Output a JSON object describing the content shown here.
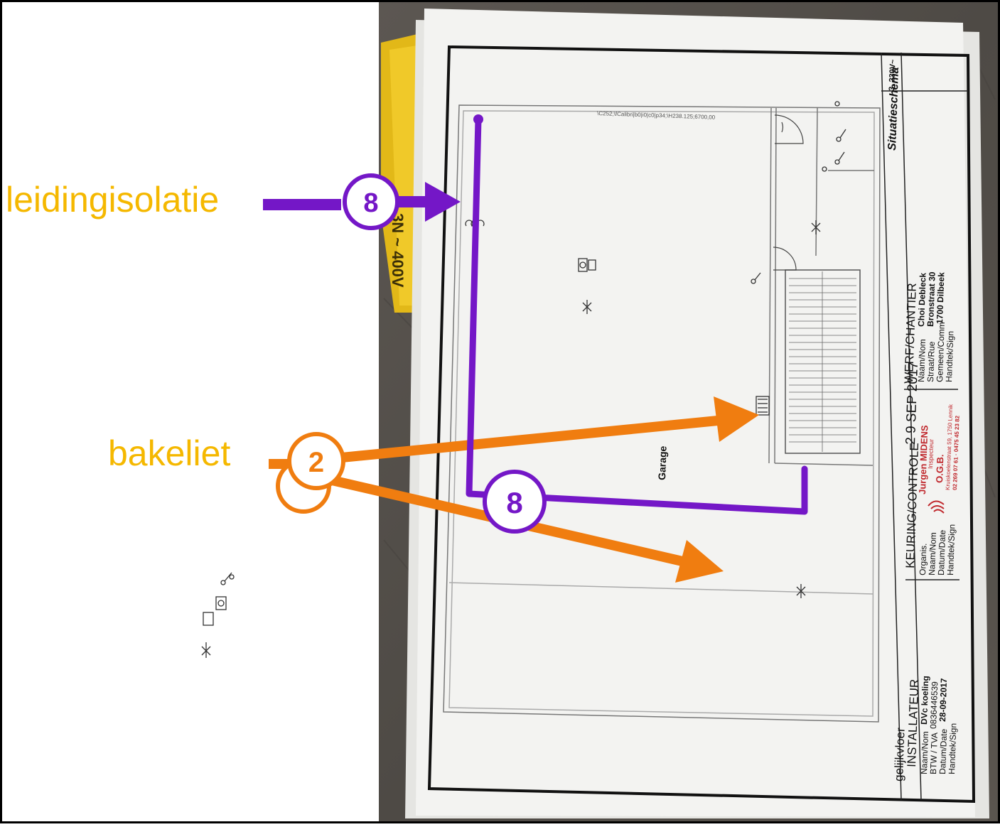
{
  "annotations": {
    "leidingisolatie_label": "leidingisolatie",
    "bakeliet_label": "bakeliet",
    "badge_8": "8",
    "badge_2": "2"
  },
  "drawing": {
    "room_label": "Garage",
    "schema_title": "Situatieschema",
    "voltage": "3, 230V~",
    "floor_label": "gelijkvloer",
    "cad_text": "\\C252;\\fCalibri|b0|i0|c0|p34;\\H238.125;6700,00",
    "box_text_1": "3N ~ 400V",
    "keuring": {
      "heading": "KEURING/CONTROLE",
      "stamp_date": "2 9 SEP 2017",
      "organis": "Organis.",
      "naam": "Naam/Nom",
      "datum": "Datum/Date",
      "handtek": "Handtek/Sign",
      "stamp_name": "Jurgen MIDENS",
      "stamp_role": "Inspecteur",
      "stamp_org": "O.G.B.",
      "stamp_addr": "Kruiskoelenstraat 59, 1750 Lennik",
      "stamp_tel": "02 269 07 61 · 0475 45 23 82"
    },
    "werf": {
      "heading": "WERF/CHANTIER",
      "naam": "Naam/Nom",
      "naam_val": "Choi Debleck",
      "straat": "Straat/Rue",
      "straat_val": "Bronstraat 30",
      "gemeente": "Gemeen/Comm",
      "gemeente_val": "1700 Dilbeek",
      "handtek": "Handtek/Sign"
    },
    "installateur": {
      "heading": "INSTALLATEUR",
      "naam": "Naam/Nom",
      "naam_val": "DVc koeling",
      "btw": "BTW / TVA",
      "btw_val": "0836446539",
      "datum": "Datum/Date",
      "datum_val": "28-09-2017",
      "handtek": "Handtek/Sign"
    }
  },
  "colors": {
    "label": "#f5b800",
    "purple": "#7417c7",
    "orange": "#f07d10",
    "photo_bg": "#55504b",
    "paper": "#f3f3f1"
  }
}
